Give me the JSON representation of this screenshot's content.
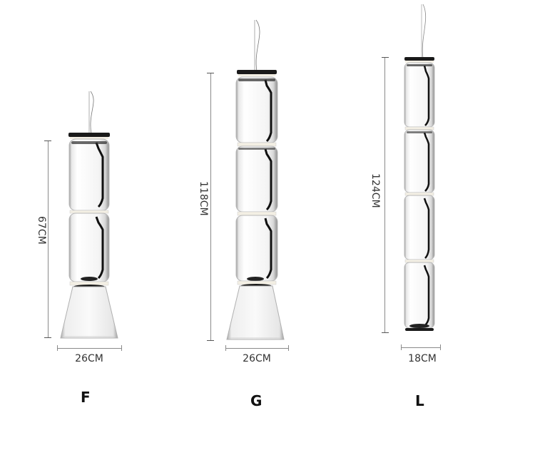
{
  "products": [
    {
      "model": "F",
      "height_label": "67CM",
      "width_label": "26CM",
      "modules": [
        "cylinder",
        "cylinder",
        "cone"
      ]
    },
    {
      "model": "G",
      "height_label": "118CM",
      "width_label": "26CM",
      "modules": [
        "cylinder",
        "cylinder",
        "cylinder",
        "cone"
      ]
    },
    {
      "model": "L",
      "height_label": "124CM",
      "width_label": "18CM",
      "modules": [
        "cylinder",
        "cylinder",
        "cylinder",
        "cylinder"
      ]
    }
  ],
  "colors": {
    "background": "#ffffff",
    "dimension_line": "#8a8a8a",
    "ring": "#1a1a1a",
    "glass_edge": "#bdbdbd",
    "reflection": "#111111"
  }
}
